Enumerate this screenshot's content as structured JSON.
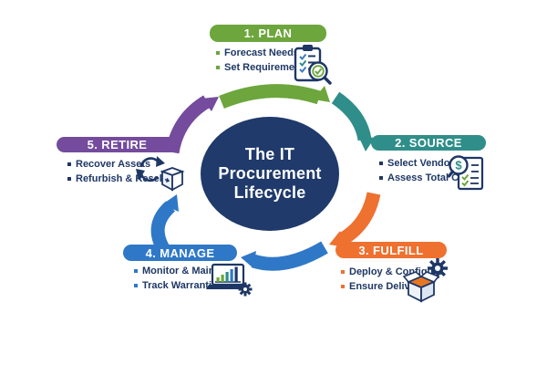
{
  "title": {
    "line1": "The IT",
    "line2": "Procurement",
    "line3": "Lifecycle"
  },
  "colors": {
    "background": "#FFFFFF",
    "navy": "#1F3A6B",
    "text": "#1E3765"
  },
  "stages": [
    {
      "name": "plan",
      "label": "1. PLAN",
      "color": "#6CA63D",
      "bullet_color": "#6CA63D",
      "items": [
        "Forecast Needs",
        "Set Requirements"
      ],
      "icon": "clipboard-checklist-magnifier-icon"
    },
    {
      "name": "source",
      "label": "2. SOURCE",
      "color": "#2F8E8A",
      "bullet_color": "#1E3765",
      "items": [
        "Select Vendors",
        "Assess Total Cost"
      ],
      "icon": "document-dollar-magnifier-icon"
    },
    {
      "name": "fulfill",
      "label": "3. FULFILL",
      "color": "#EE7130",
      "bullet_color": "#EE7130",
      "items": [
        "Deploy & Configure",
        "Ensure Delivery"
      ],
      "icon": "open-box-gear-icon"
    },
    {
      "name": "manage",
      "label": "4. MANAGE",
      "color": "#2F78C7",
      "bullet_color": "#2F78C7",
      "items": [
        "Monitor & Maintain",
        "Track Warranties"
      ],
      "icon": "laptop-chart-gear-icon"
    },
    {
      "name": "retire",
      "label": "5. RETIRE",
      "color": "#744B9D",
      "bullet_color": "#1E3765",
      "items": [
        "Recover Assets",
        "Refurbish & Resell"
      ],
      "icon": "recycle-box-icon"
    }
  ]
}
